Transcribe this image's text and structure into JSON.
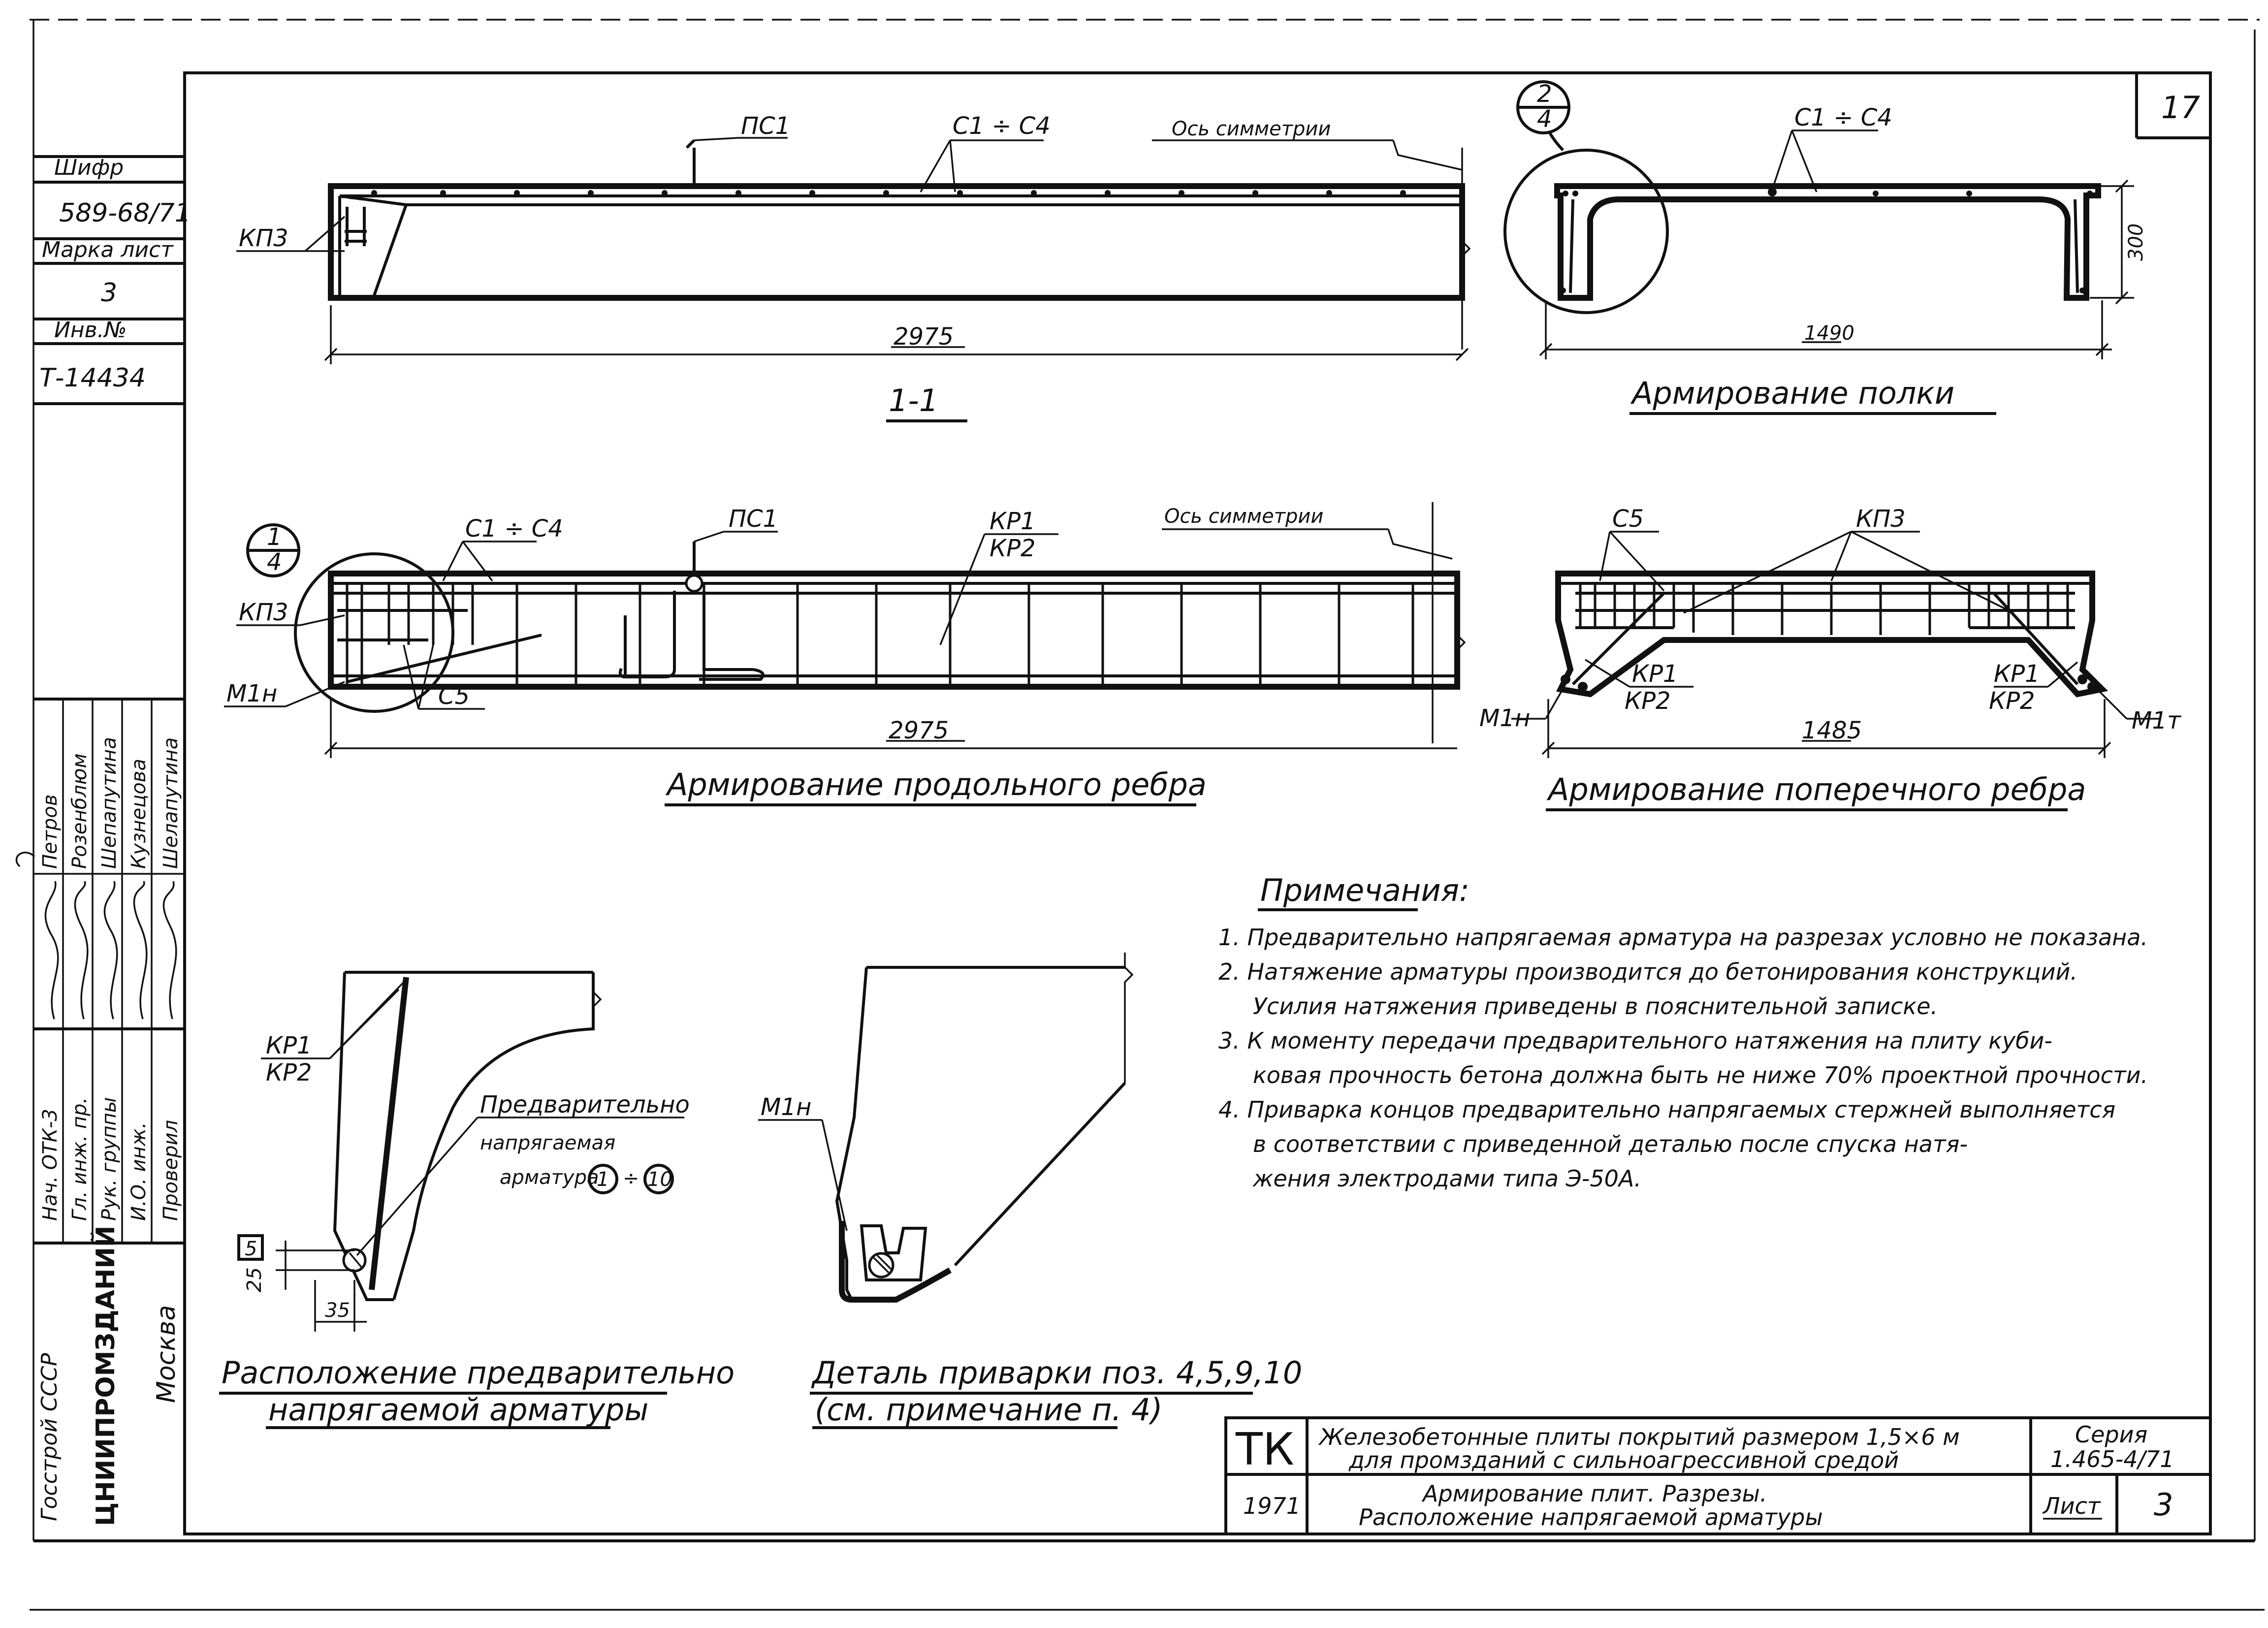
{
  "sheet": {
    "page_number": "17",
    "frame_left_column": {
      "shifr_label": "Шифр",
      "shifr_value": "589-68/71",
      "marka_label": "Марка лист",
      "marka_value": "3",
      "inv_label": "Инв.№",
      "inv_value": "Т-14434",
      "org_ministry": "Госстрой СССР",
      "org_name": "ЦНИИПРОМЗДАНИЙ",
      "city": "Москва"
    },
    "approvals": {
      "roles": [
        "Нач. ОТК-3",
        "Гл. инж. пр.",
        "Рук. группы",
        "И.О. инж.",
        "Проверил"
      ],
      "names": [
        "Петров",
        "Розенблюм",
        "Шепапутина",
        "Кузнецова",
        "Шелапутина"
      ]
    }
  },
  "views": {
    "section_1_1": {
      "title": "1-1",
      "labels": [
        "ПС1",
        "С1 ÷ С4",
        "Ось симметрии",
        "КП3"
      ],
      "dimension": "2975"
    },
    "shelf_reinforcement": {
      "title": "Армирование полки",
      "callout_top": "2",
      "callout_bottom": "4",
      "labels": [
        "С1 ÷ С4"
      ],
      "dimension_width": "1490",
      "dimension_height": "300"
    },
    "longitudinal_rib": {
      "title": "Армирование продольного ребра",
      "callout_top": "1",
      "callout_bottom": "4",
      "labels": [
        "С1 ÷ С4",
        "ПС1",
        "КР1",
        "КР2",
        "Ось симметрии",
        "КП3",
        "М1н",
        "С5"
      ],
      "dimension": "2975"
    },
    "transverse_rib": {
      "title": "Армирование поперечного ребра",
      "labels": [
        "С5",
        "КП3",
        "КР1",
        "КР2",
        "КР1",
        "КР2",
        "М1н",
        "М1т"
      ],
      "dimension": "1485"
    },
    "prestressed_layout": {
      "title_line1": "Расположение предварительно",
      "title_line2": "напрягаемой арматуры",
      "labels": [
        "КР1",
        "КР2",
        "Предварительно",
        "напрягаемая",
        "арматура",
        "1",
        "÷",
        "10"
      ],
      "dims": [
        "5",
        "25",
        "35"
      ]
    },
    "weld_detail": {
      "title_line1": "Деталь приварки поз. 4,5,9,10",
      "title_line2": "(см. примечание п. 4)",
      "labels": [
        "М1н"
      ]
    }
  },
  "notes": {
    "title": "Примечания:",
    "lines": [
      "1. Предварительно напрягаемая арматура на разрезах условно не показана.",
      "2. Натяжение арматуры производится до бетонирования конструкций.",
      "Усилия натяжения приведены в пояснительной записке.",
      "3. К моменту передачи предварительного натяжения на плиту куби-",
      "ковая прочность бетона должна быть не ниже 70% проектной прочности.",
      "4. Приварка концов предварительно напрягаемых стержней выполняется",
      "в соответствии с приведенной деталью после спуска натя-",
      "жения электродами типа Э-50А."
    ]
  },
  "title_block": {
    "code": "ТК",
    "title_line1": "Железобетонные плиты покрытий размером 1,5×6 м",
    "title_line2": "для промзданий с сильноагрессивной средой",
    "series_label": "Серия",
    "series_value": "1.465-4/71",
    "year": "1971",
    "subtitle_line1": "Армирование плит. Разрезы.",
    "subtitle_line2": "Расположение напрягаемой арматуры",
    "sheet_label": "Лист",
    "sheet_value": "3"
  }
}
